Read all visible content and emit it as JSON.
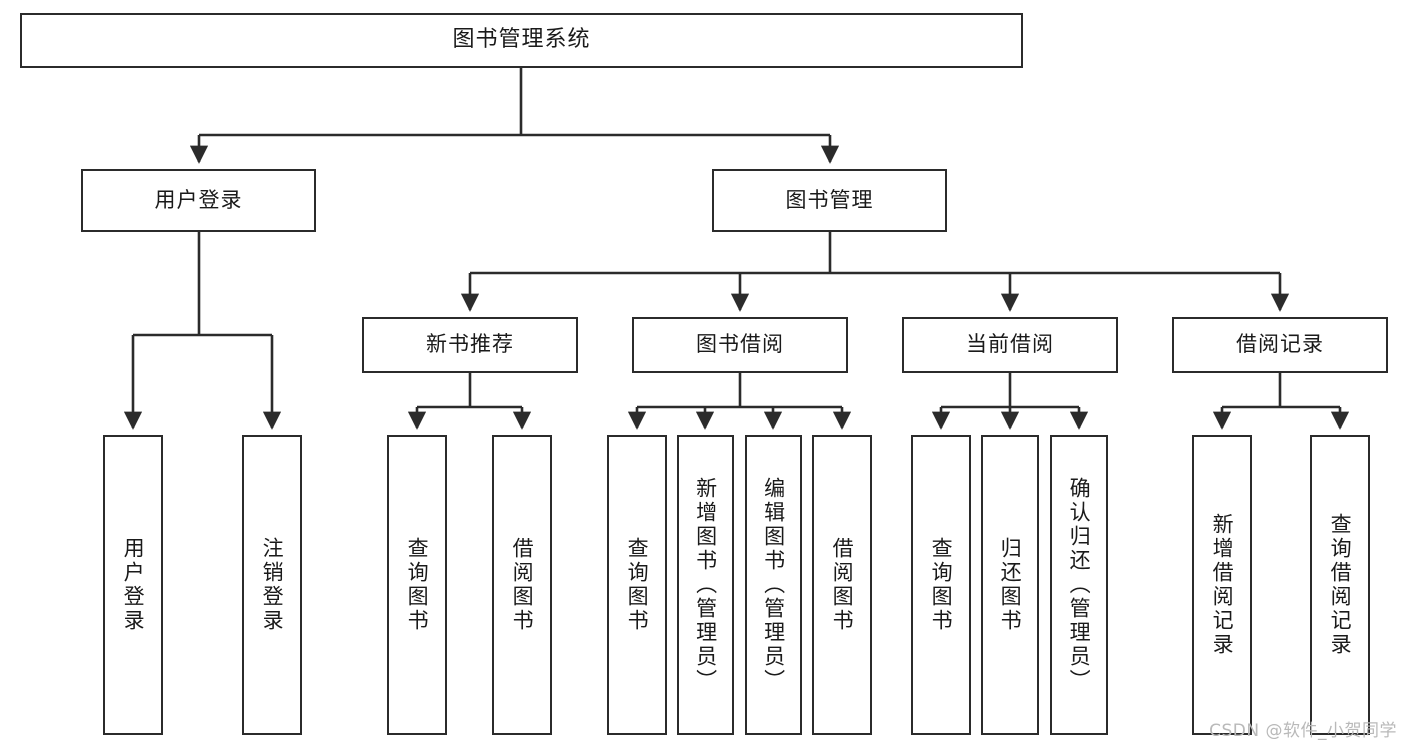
{
  "diagram": {
    "title": "图书管理系统",
    "type": "tree-hierarchy-chart",
    "root": {
      "label": "图书管理系统"
    },
    "level2": [
      {
        "label": "用户登录"
      },
      {
        "label": "图书管理"
      }
    ],
    "level3": [
      {
        "label": "新书推荐"
      },
      {
        "label": "图书借阅"
      },
      {
        "label": "当前借阅"
      },
      {
        "label": "借阅记录"
      }
    ],
    "leaves": [
      {
        "label": "用户登录"
      },
      {
        "label": "注销登录"
      },
      {
        "label": "查询图书"
      },
      {
        "label": "借阅图书"
      },
      {
        "label": "查询图书"
      },
      {
        "label": "新增图书（管理员）"
      },
      {
        "label": "编辑图书（管理员）"
      },
      {
        "label": "借阅图书"
      },
      {
        "label": "查询图书"
      },
      {
        "label": "归还图书"
      },
      {
        "label": "确认归还（管理员）"
      },
      {
        "label": "新增借阅记录"
      },
      {
        "label": "查询借阅记录"
      }
    ]
  },
  "watermark": {
    "text": "CSDN @软件_小贺同学"
  },
  "colors": {
    "stroke": "#2b2b2b",
    "fill": "#ffffff",
    "text": "#1a1a1a",
    "watermark": "#b9b9b9"
  }
}
